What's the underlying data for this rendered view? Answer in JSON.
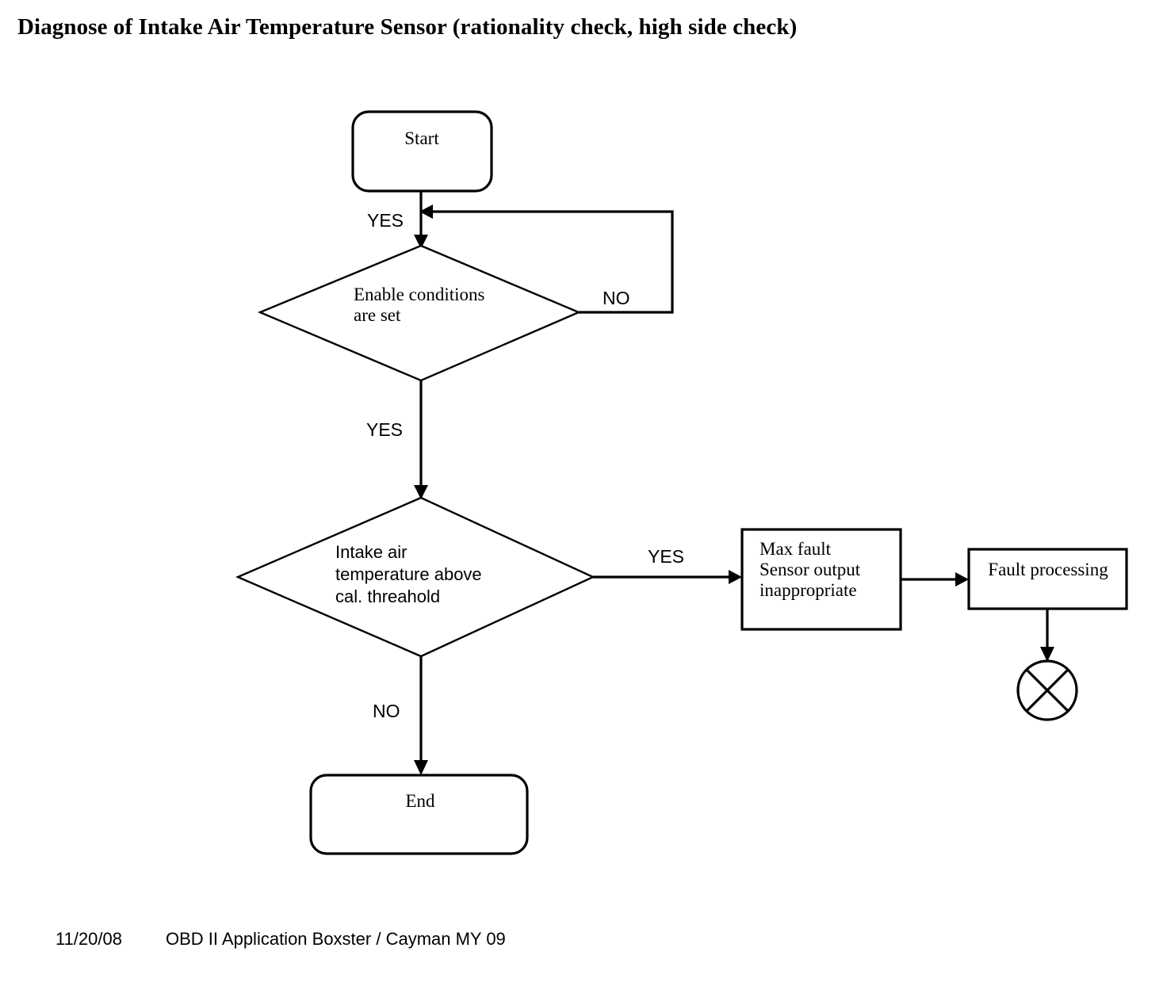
{
  "document": {
    "title": "Diagnose of Intake Air Temperature Sensor (rationality check, high side check)"
  },
  "footer": {
    "date": "11/20/08",
    "doc_reference": "OBD II Application Boxster / Cayman MY 09"
  },
  "colors": {
    "stroke": "#000000",
    "fill": "#ffffff",
    "text": "#000000"
  },
  "flowchart": {
    "type": "flowchart",
    "nodes": [
      {
        "id": "start",
        "shape": "rounded-rectangle",
        "label": "Start",
        "font": "serif",
        "align": "center"
      },
      {
        "id": "enable-conditions",
        "shape": "diamond",
        "label_line1": "Enable conditions",
        "label_line2": "are set",
        "font": "serif",
        "align": "left"
      },
      {
        "id": "intake-air-temp",
        "shape": "diamond",
        "label_line1": "Intake air",
        "label_line2": "temperature above",
        "label_line3": "cal. threahold",
        "font": "sans",
        "align": "left"
      },
      {
        "id": "max-fault",
        "shape": "rectangle",
        "label_line1": "Max fault",
        "label_line2": "Sensor output",
        "label_line3": "inappropriate",
        "font": "serif",
        "align": "left"
      },
      {
        "id": "fault-processing",
        "shape": "rectangle",
        "label": "Fault processing",
        "font": "serif",
        "align": "center"
      },
      {
        "id": "end",
        "shape": "rounded-rectangle",
        "label": "End",
        "font": "serif",
        "align": "center"
      },
      {
        "id": "circle-cross-terminator",
        "shape": "circle-with-cross",
        "label": ""
      }
    ],
    "edges": [
      {
        "id": "start-to-enable",
        "from": "start",
        "to": "enable-conditions",
        "label": "YES"
      },
      {
        "id": "enable-no-loopback",
        "from": "enable-conditions",
        "to": "enable-conditions",
        "label": "NO"
      },
      {
        "id": "enable-yes-to-intake",
        "from": "enable-conditions",
        "to": "intake-air-temp",
        "label": "YES"
      },
      {
        "id": "intake-yes-to-maxfault",
        "from": "intake-air-temp",
        "to": "max-fault",
        "label": "YES"
      },
      {
        "id": "intake-no-to-end",
        "from": "intake-air-temp",
        "to": "end",
        "label": "NO"
      },
      {
        "id": "maxfault-to-faultprocessing",
        "from": "max-fault",
        "to": "fault-processing",
        "label": ""
      },
      {
        "id": "faultprocessing-to-terminator",
        "from": "fault-processing",
        "to": "circle-cross-terminator",
        "label": ""
      }
    ],
    "branch_labels": {
      "yes_top": "YES",
      "no_loop": "NO",
      "yes_middle": "YES",
      "yes_right": "YES",
      "no_bottom": "NO"
    }
  }
}
